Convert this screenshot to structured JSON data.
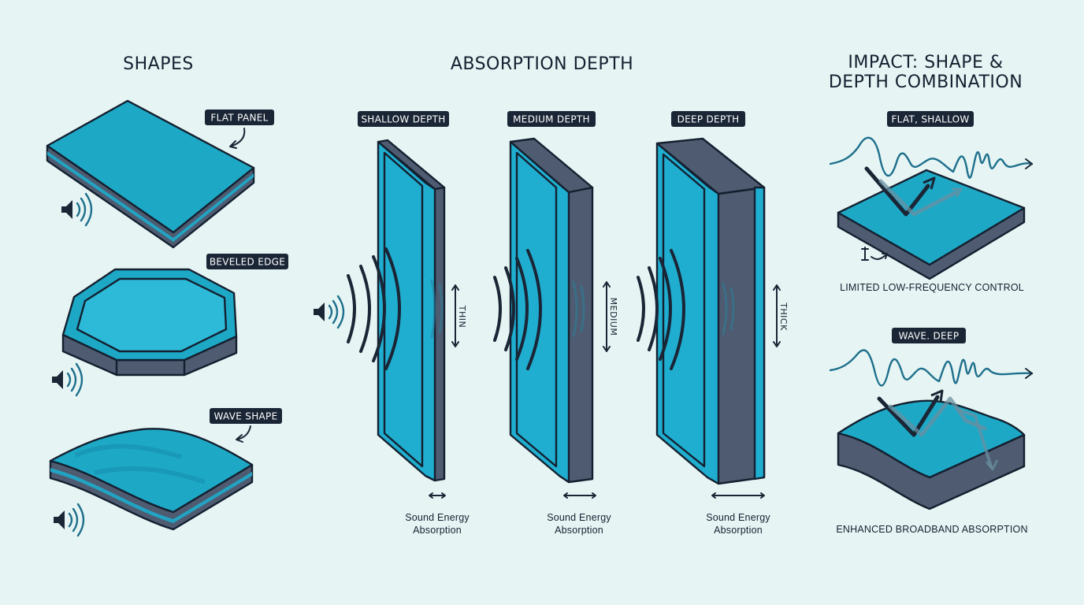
{
  "sections": {
    "shapes_title": "SHAPES",
    "depth_title": "ABSORPTION DEPTH",
    "impact_title_line1": "IMPACT: SHAPE &",
    "impact_title_line2": "DEPTH COMBINATION"
  },
  "shapes": [
    {
      "label": "FLAT PANEL"
    },
    {
      "label": "BEVELED EDGE"
    },
    {
      "label": "WAVE SHAPE"
    }
  ],
  "depths": [
    {
      "label": "SHALLOW DEPTH",
      "thickness": "THIN",
      "caption_line1": "Sound Energy",
      "caption_line2": "Absorption"
    },
    {
      "label": "MEDIUM DEPTH",
      "thickness": "MEDIUM",
      "caption_line1": "Sound Energy",
      "caption_line2": "Absorption"
    },
    {
      "label": "DEEP DEPTH",
      "thickness": "THICK",
      "caption_line1": "Sound Energy",
      "caption_line2": "Absorption"
    }
  ],
  "impacts": [
    {
      "label": "FLAT, SHALLOW",
      "result": "LIMITED LOW-FREQUENCY CONTROL"
    },
    {
      "label": "WAVE. DEEP",
      "result": "ENHANCED BROADBAND ABSORPTION"
    }
  ],
  "colors": {
    "background": "#e6f5f4",
    "panel_face": "#1da9c6",
    "panel_core": "#4e5b70",
    "outline": "#142030",
    "label_pill": "#1a2535"
  },
  "icons": {
    "speaker": "speaker-icon",
    "thickness_arrow": "double-arrow-icon"
  }
}
